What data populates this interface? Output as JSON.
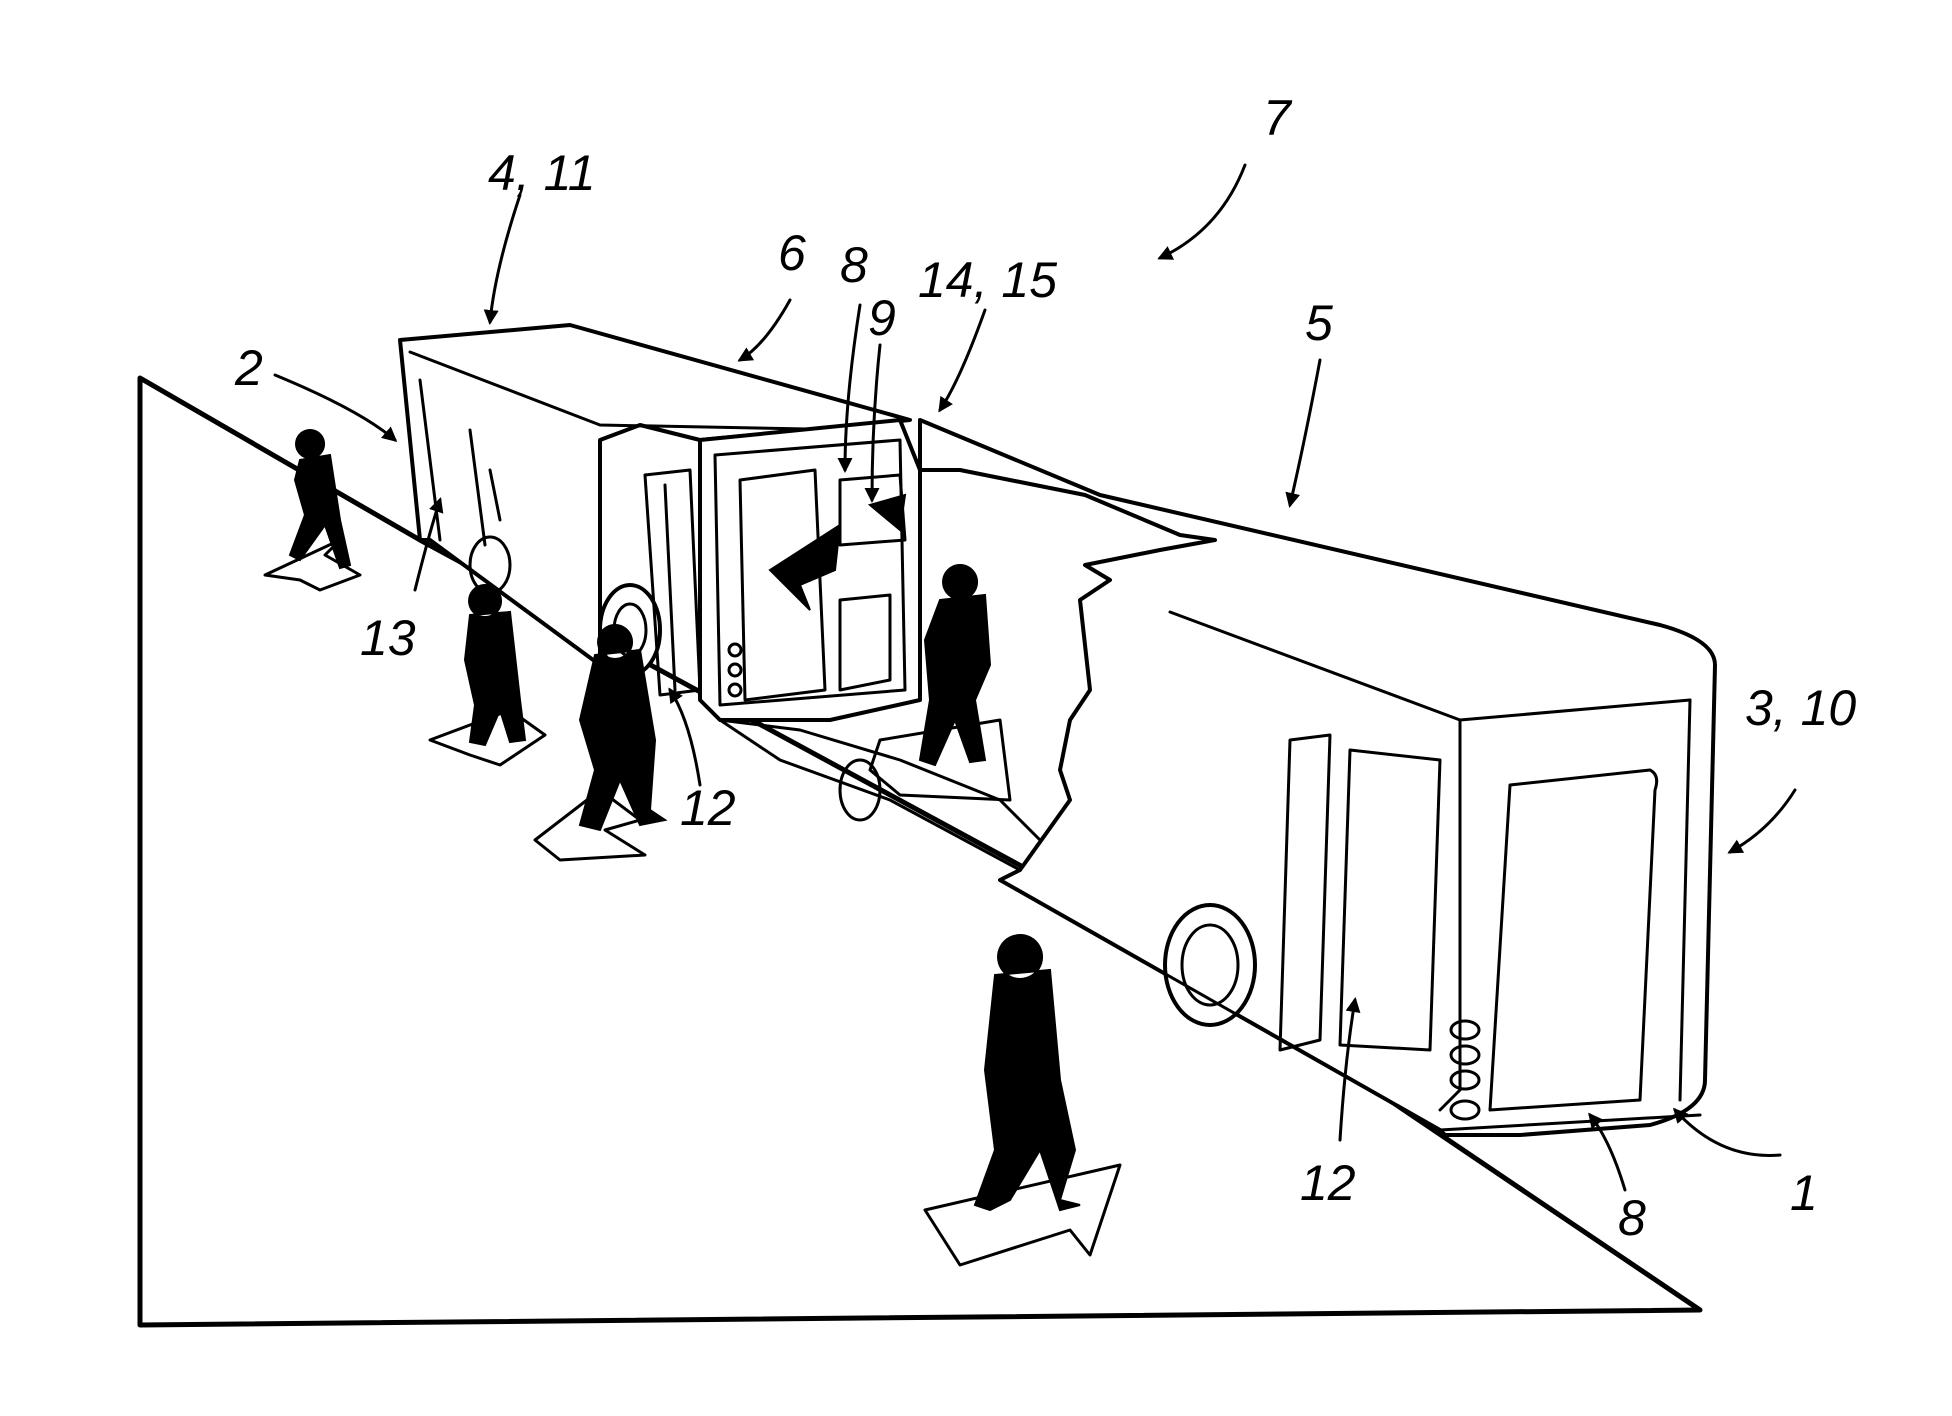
{
  "labels": {
    "l_7": "7",
    "l_4_11": "4, 11",
    "l_6": "6",
    "l_8_top": "8",
    "l_9": "9",
    "l_14_15": "14, 15",
    "l_5": "5",
    "l_2": "2",
    "l_13": "13",
    "l_12_left": "12",
    "l_3_10": "3, 10",
    "l_12_right": "12",
    "l_8_bottom": "8",
    "l_1": "1"
  }
}
